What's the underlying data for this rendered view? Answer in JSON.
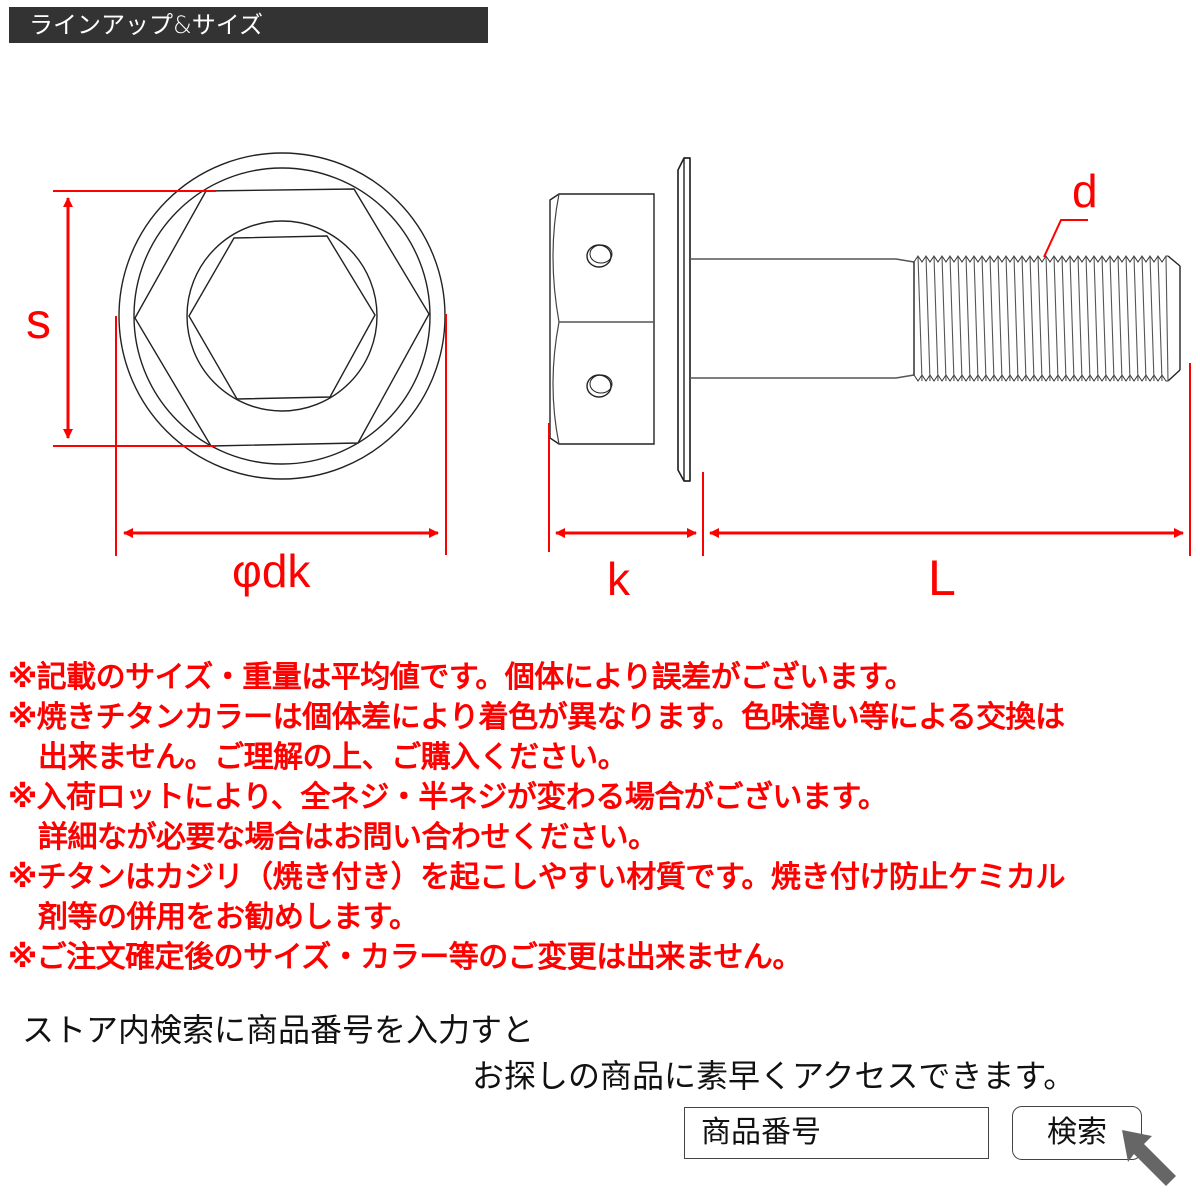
{
  "header": {
    "title": "ラインアップ&サイズ",
    "background": "#333333"
  },
  "diagram": {
    "accent_color": "#ff0000",
    "line_color": "#222222",
    "labels": {
      "s": "s",
      "dk": "φdk",
      "k": "k",
      "L": "L",
      "d": "d"
    },
    "views": [
      "head-top-view",
      "side-view"
    ]
  },
  "notes": [
    "※記載のサイズ・重量は平均値です。個体により誤差がございます。",
    "※焼きチタンカラーは個体差により着色が異なります。色味違い等による交換は",
    "出来ません。ご理解の上、ご購入ください。",
    "※入荷ロットにより、全ネジ・半ネジが変わる場合がございます。",
    "詳細なが必要な場合はお問い合わせください。",
    "※チタンはカジリ（焼き付き）を起こしやすい材質です。焼き付け防止ケミカル",
    "剤等の併用をお勧めします。",
    "※ご注文確定後のサイズ・カラー等のご変更は出来ません。"
  ],
  "search_promo": {
    "line1": "ストア内検索に商品番号を入力すと",
    "line2": "お探しの商品に素早くアクセスできます。",
    "input_value": "商品番号",
    "button_label": "検索"
  }
}
